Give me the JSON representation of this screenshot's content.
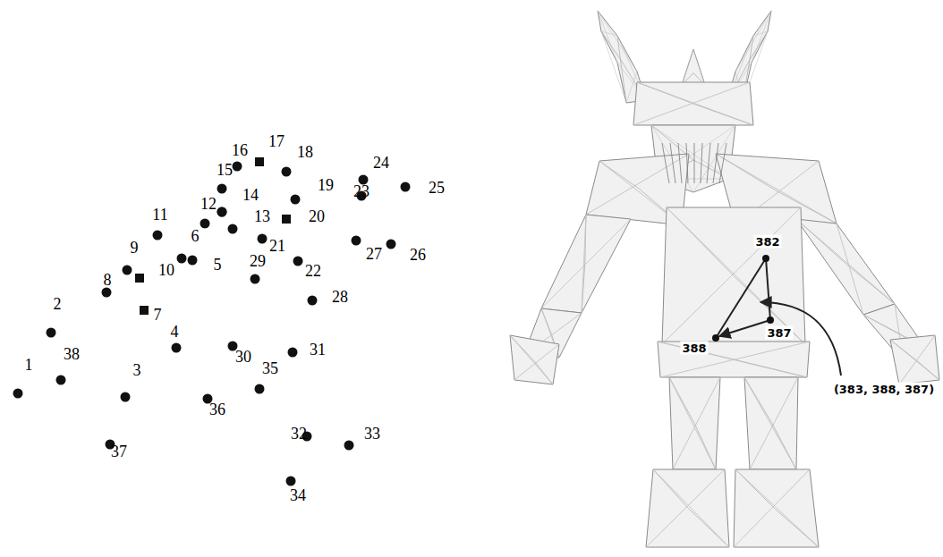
{
  "diagram": {
    "labels": [
      "1",
      "2",
      "3",
      "4",
      "5",
      "6",
      "7",
      "8",
      "9",
      "10",
      "11",
      "12",
      "13",
      "14",
      "15",
      "16",
      "17",
      "18",
      "19",
      "20",
      "21",
      "22",
      "23",
      "24",
      "25",
      "26",
      "27",
      "28",
      "29",
      "30",
      "31",
      "32",
      "33",
      "34",
      "35",
      "36",
      "37",
      "38",
      "382",
      "388",
      "387",
      "(383, 388, 387)"
    ]
  }
}
